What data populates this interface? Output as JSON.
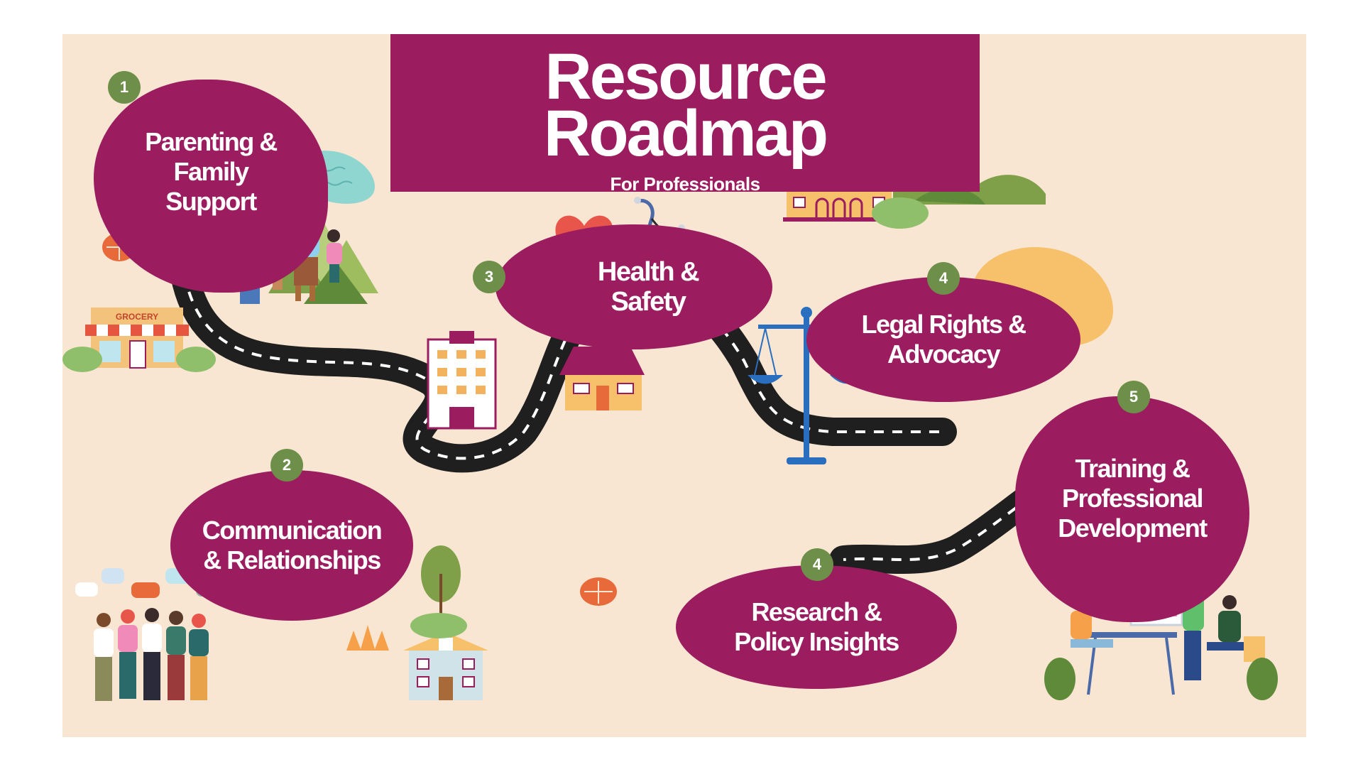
{
  "title": {
    "line1": "Resource",
    "line2": "Roadmap",
    "subtitle": "For Professionals"
  },
  "steps": [
    {
      "number": "1",
      "line1": "Parenting &",
      "line2": "Family",
      "line3": "Support"
    },
    {
      "number": "2",
      "line1": "Communication",
      "line2": "& Relationships"
    },
    {
      "number": "3",
      "line1": "Health &",
      "line2": "Safety"
    },
    {
      "number": "4",
      "line1": "Legal Rights &",
      "line2": "Advocacy"
    },
    {
      "number": "4",
      "line1": "Research &",
      "line2": "Policy Insights"
    },
    {
      "number": "5",
      "line1": "Training &",
      "line2": "Professional",
      "line3": "Development"
    }
  ],
  "grocery_sign": "GROCERY",
  "colors": {
    "primary": "#9c1c60",
    "badge": "#6e8f4a",
    "background": "#f8e6d2",
    "road": "#1f1f1f",
    "water": "#8fd6d0",
    "sun": "#f7c06a"
  },
  "icons": [
    "family-illustration",
    "mountains-icon",
    "grocery-store-icon",
    "apartment-building-icon",
    "house-icon",
    "school-building-icon",
    "town-hall-icon",
    "heart-stethoscope-icon",
    "scales-of-justice-icon",
    "people-chatting-illustration",
    "office-meeting-illustration",
    "lake-icon",
    "sunset-hills-icon",
    "tree-icon",
    "bush-icon"
  ]
}
